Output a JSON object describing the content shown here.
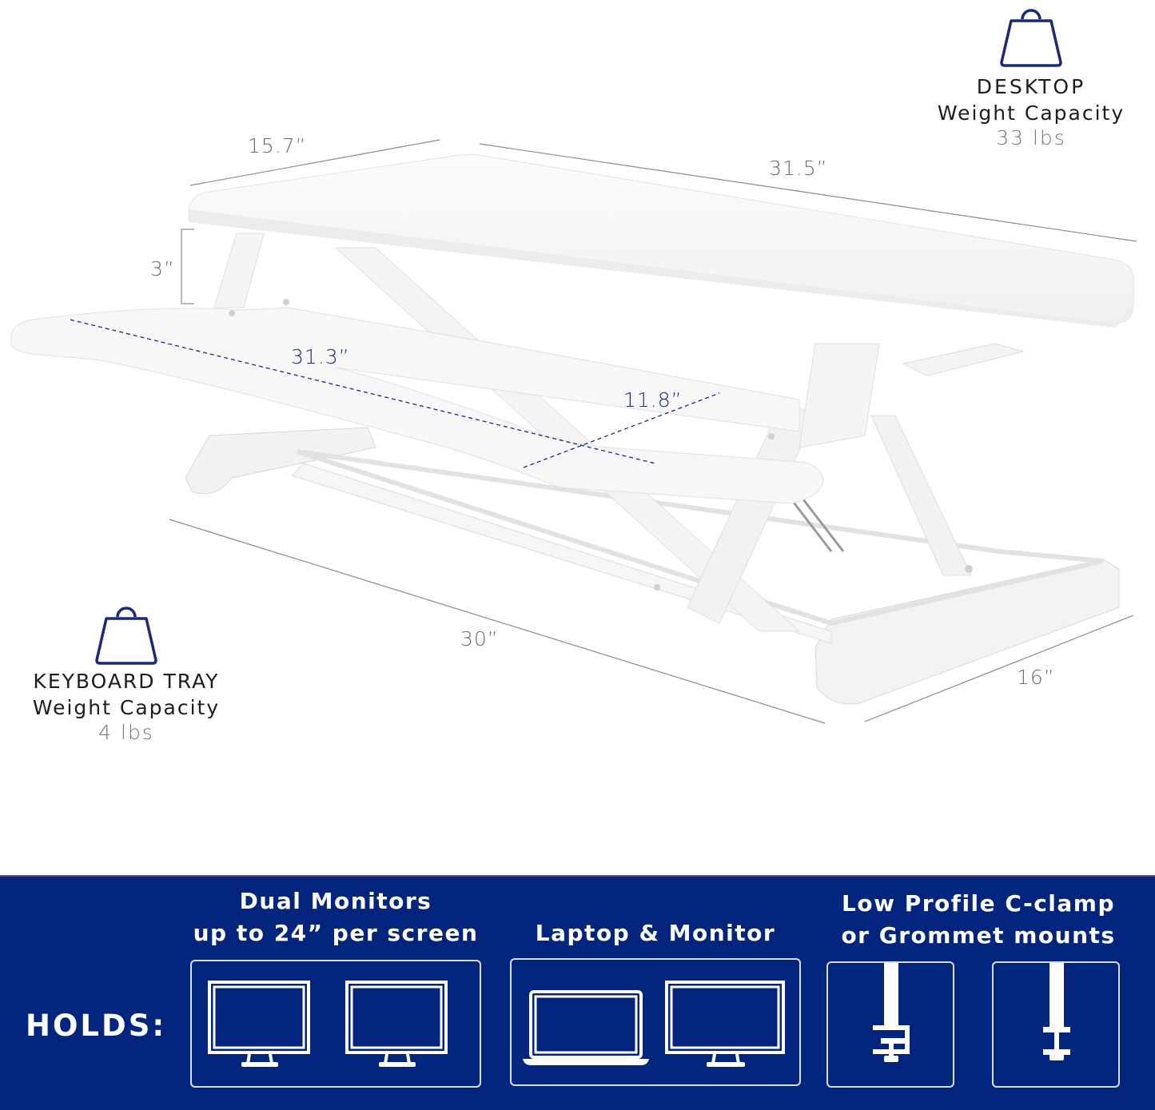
{
  "desktop_capacity": {
    "icon": "weight-bag-icon",
    "title": "DESKTOP",
    "subtitle": "Weight Capacity",
    "value": "33 lbs"
  },
  "keyboard_capacity": {
    "icon": "weight-bag-icon",
    "title": "KEYBOARD TRAY",
    "subtitle": "Weight Capacity",
    "value": "4 lbs"
  },
  "dimensions": {
    "desktop_depth": "15.7”",
    "desktop_width": "31.5”",
    "gap_height": "3”",
    "tray_width": "31.3”",
    "tray_depth": "11.8”",
    "base_width": "30”",
    "base_depth": "16”"
  },
  "banner": {
    "background": "#03257e",
    "holds_label": "HOLDS:",
    "features": [
      {
        "title_line1": "Dual Monitors",
        "title_line2": "up to 24” per screen",
        "icons": [
          "monitor-icon",
          "monitor-icon"
        ]
      },
      {
        "title_line1": "Laptop & Monitor",
        "title_line2": "",
        "icons": [
          "laptop-icon",
          "monitor-icon"
        ]
      },
      {
        "title_line1": "Low Profile C-clamp",
        "title_line2": "or Grommet mounts",
        "icons": [
          "c-clamp-icon",
          "grommet-icon"
        ]
      }
    ]
  },
  "colors": {
    "accent_navy": "#1a2a78",
    "banner_blue": "#03257e",
    "dimension_gray": "#6b6b6b"
  }
}
